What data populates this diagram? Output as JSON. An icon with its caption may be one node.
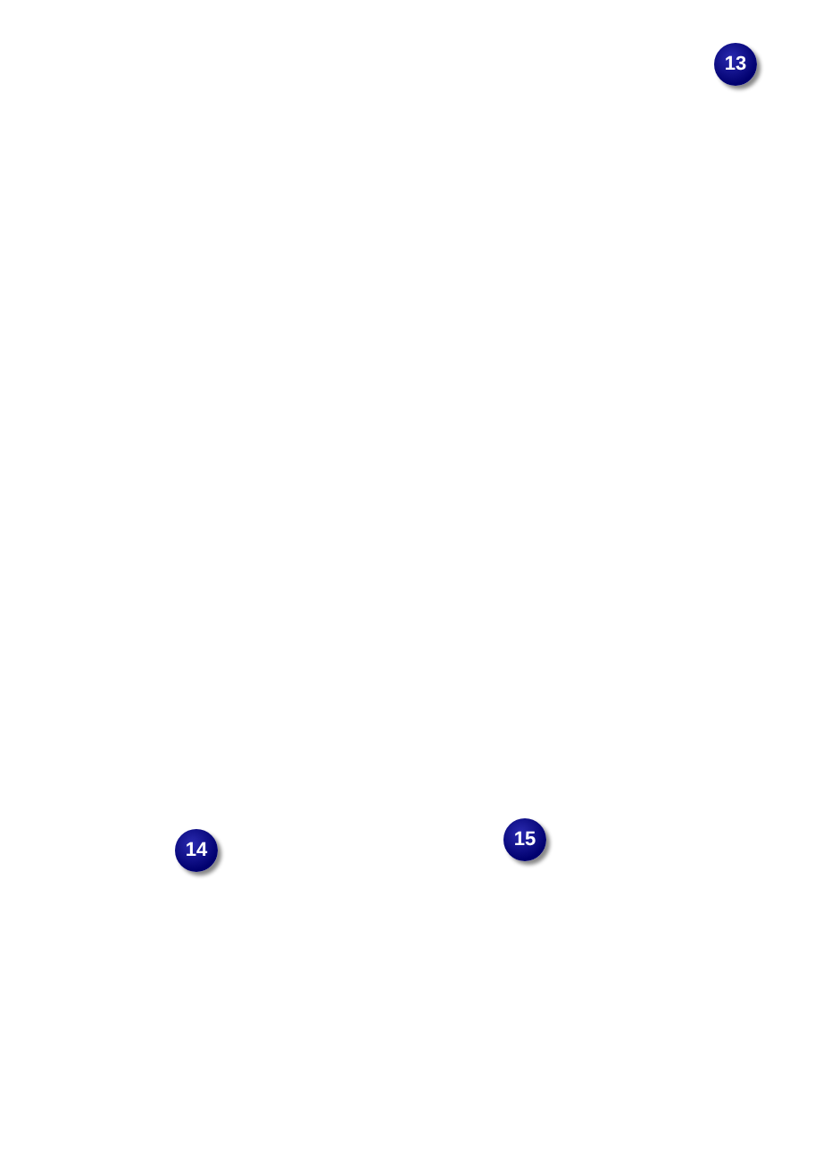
{
  "diagram": {
    "nodes": [
      {
        "text": [
          "13"
        ]
      },
      {
        "text": [
          "14"
        ]
      },
      {
        "text": [
          "15"
        ]
      }
    ]
  }
}
